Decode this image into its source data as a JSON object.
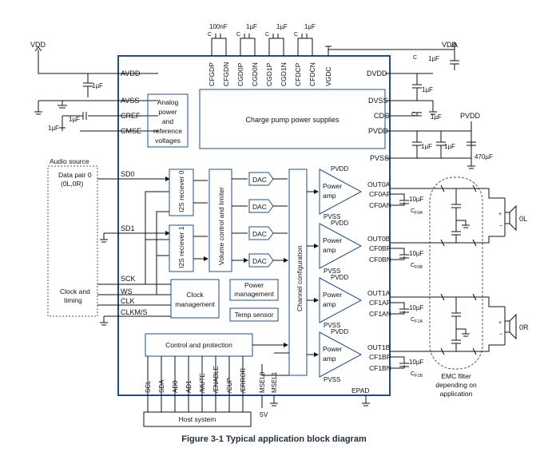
{
  "power": {
    "vdd_left": "VDD",
    "vdd_right": "VDD",
    "pvdd": "PVDD"
  },
  "caps": {
    "top_100nF": "100nF",
    "top_cfgd": "C",
    "top_1uF_a": "1µF",
    "top_cgd": "C",
    "top_1uF_b": "1µF",
    "top_cgd2": "C",
    "top_1uF_c": "1µF",
    "top_cdc": "C",
    "avdd_1uF": "1µF",
    "cref_1uF": "1µF",
    "cmse_1uF": "1µF",
    "cgdc_label": "C",
    "cgdc_1uF": "1µF",
    "dvdd_1uF": "1µF",
    "cdc_label": "C",
    "cdc_1uF": "1µF",
    "pvdd_1uF_a": "1µF",
    "pvdd_1uF_b": "1µF",
    "pvdd_470uF": "470µF",
    "out_10uF": "10µF"
  },
  "chip_pins_left": {
    "avdd": "AVDD",
    "avss": "AVSS",
    "cref": "CREF",
    "cmse": "CMSE",
    "sd0": "SD0",
    "sd1": "SD1",
    "sck": "SCK",
    "ws": "WS",
    "clk": "CLK",
    "clkms": "CLKM/S"
  },
  "chip_pins_top": [
    "CFGDP",
    "CFGDN",
    "CGD0P",
    "CGD0N",
    "CGD1P",
    "CGD1N",
    "CFDCP",
    "CFDCN",
    "VGDC"
  ],
  "chip_pins_right": {
    "dvdd": "DVDD",
    "dvss": "DVSS",
    "cdc": "CDC",
    "pvdd": "PVDD",
    "pvss": "PVSS"
  },
  "chip_pins_bottom": [
    "SCL",
    "SDA",
    "AD0",
    "AD1",
    "/MUTE",
    "/ENABLE",
    "/CUP",
    "/ERROR",
    "MSEL0",
    "MSEL1"
  ],
  "epad": "EPAD",
  "blocks": {
    "analog": [
      "Analog",
      "power",
      "and",
      "reference",
      "voltages"
    ],
    "charge_pump": "Charge pump power supplies",
    "i2s0": "I2S reciever 0",
    "i2s1": "I2S reciever 1",
    "volume": "Volume control and limiter",
    "dac": "DAC",
    "clock": [
      "Clock",
      "management"
    ],
    "power_mgmt": [
      "Power",
      "management"
    ],
    "temp": "Temp sensor",
    "control": "Control and protection",
    "channel": "Channel configuration",
    "host": "Host system",
    "five_v": "5V"
  },
  "audio": {
    "source": "Audio source",
    "pair0": "Data pair 0",
    "pair0_sub": "(0L,0R)",
    "clock": "Clock and",
    "timing": "timing"
  },
  "amps": [
    {
      "pvdd": "PVDD",
      "pvss": "PVSS",
      "power": "Power",
      "amp": "amp",
      "out": "OUT0A",
      "p": "CF0AP",
      "n": "CF0AN",
      "cap": "C",
      "sub": "F0A"
    },
    {
      "pvdd": "PVDD",
      "pvss": "PVSS",
      "power": "Power",
      "amp": "amp",
      "out": "OUT0B",
      "p": "CF0BP",
      "n": "CF0BN",
      "cap": "C",
      "sub": "F0B"
    },
    {
      "pvdd": "PVDD",
      "pvss": "PVSS",
      "power": "Power",
      "amp": "amp",
      "out": "OUT1A",
      "p": "CF1AP",
      "n": "CF1AN",
      "cap": "C",
      "sub": "F1A"
    },
    {
      "pvdd": "PVDD",
      "pvss": "PVSS",
      "power": "Power",
      "amp": "amp",
      "out": "OUT1B",
      "p": "CF1BP",
      "n": "CF1BN",
      "cap": "C",
      "sub": "F1B"
    }
  ],
  "speakers": {
    "top": "0L",
    "bottom": "0R"
  },
  "emc": [
    "EMC filter",
    "depending on",
    "application"
  ],
  "caption": "Figure 3-1 Typical application block diagram"
}
